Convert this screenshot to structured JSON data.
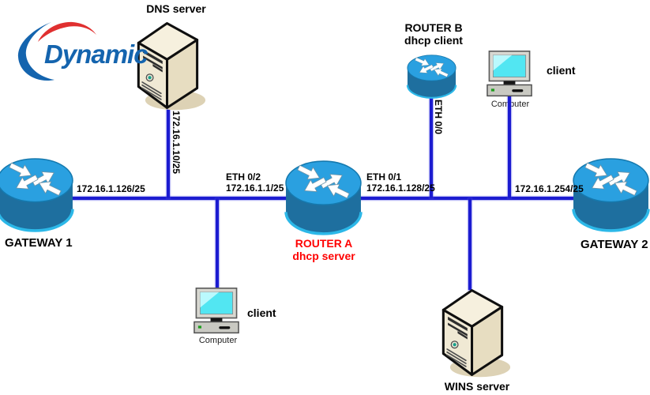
{
  "colors": {
    "link_blue": "#1c1cd0",
    "label_text": "#000000",
    "router_a_text": "#ff0000",
    "logo_blue": "#1464ae",
    "logo_red": "#e03030",
    "router_top": "#2aa0e0",
    "router_body": "#1e6f9f",
    "tower_beige": "#f0e9d4",
    "screen_cyan": "#52e6f2"
  },
  "logo": {
    "text": "Dynamic"
  },
  "nodes": {
    "dns_server": {
      "label": "DNS server"
    },
    "router_b": {
      "title": "ROUTER B",
      "subtitle": "dhcp client"
    },
    "client_top": {
      "label": "client",
      "caption": "Computer"
    },
    "gateway_1": {
      "label": "GATEWAY 1"
    },
    "router_a": {
      "title": "ROUTER A",
      "subtitle": "dhcp server"
    },
    "gateway_2": {
      "label": "GATEWAY 2"
    },
    "client_bottom": {
      "label": "client",
      "caption": "Computer"
    },
    "wins_server": {
      "label": "WINS server"
    }
  },
  "interfaces": {
    "dns_link_ip": "172.16.1.10/25",
    "gateway_1_ip": "172.16.1.126/25",
    "eth_0_2_name": "ETH 0/2",
    "eth_0_2_ip": "172.16.1.1/25",
    "eth_0_1_name": "ETH 0/1",
    "eth_0_1_ip": "172.16.1.128/25",
    "eth_0_0_name": "ETH 0/0",
    "gateway_2_ip": "172.16.1.254/25"
  }
}
